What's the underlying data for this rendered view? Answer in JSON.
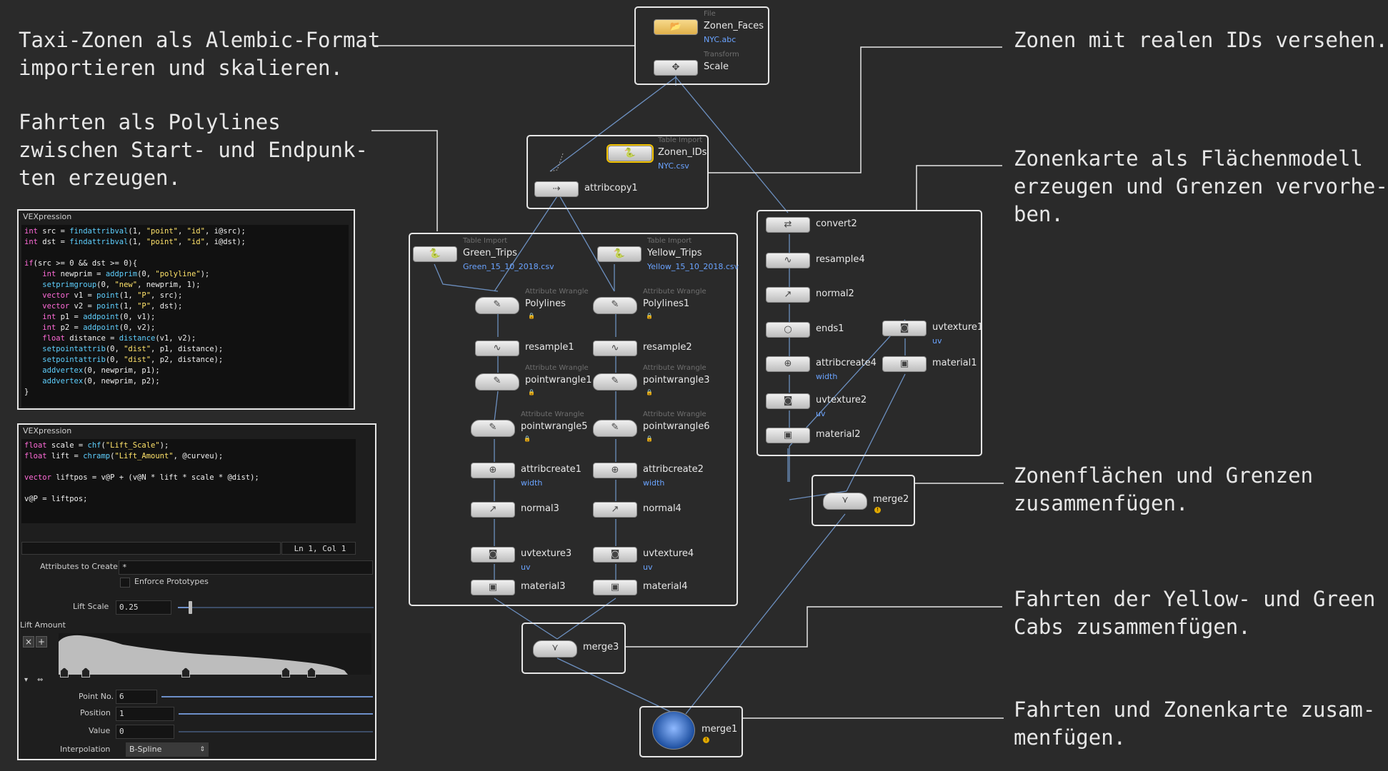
{
  "annotations": {
    "import": "Taxi-Zonen als Alembic-Format\nimportieren und skalieren.",
    "polylines": "Fahrten als Polylines\nzwischen Start- und Endpunk-\nten erzeugen.",
    "ids": "Zonen mit realen IDs versehen.",
    "map": "Zonenkarte als Flächenmodell\nerzeugen und Grenzen vervorhe-\nben.",
    "merge_zones": "Zonenflächen und Grenzen\nzusammenfügen.",
    "merge_cabs": "Fahrten der Yellow- und Green\nCabs zusammenfügen.",
    "merge_all": "Fahrten und Zonenkarte zusam-\nmenfügen."
  },
  "nodes": {
    "zonen_faces": {
      "type": "File",
      "name": "Zonen_Faces",
      "sub": "NYC.abc"
    },
    "scale": {
      "type": "Transform",
      "name": "Scale"
    },
    "zonen_ids": {
      "type": "Table Import",
      "name": "Zonen_IDs",
      "sub": "NYC.csv"
    },
    "attribcopy1": {
      "name": "attribcopy1"
    },
    "green_trips": {
      "type": "Table Import",
      "name": "Green_Trips",
      "sub": "Green_15_10_2018.csv"
    },
    "yellow_trips": {
      "type": "Table Import",
      "name": "Yellow_Trips",
      "sub": "Yellow_15_10_2018.csv"
    },
    "polylines": {
      "type": "Attribute Wrangle",
      "name": "Polylines"
    },
    "polylines1": {
      "type": "Attribute Wrangle",
      "name": "Polylines1"
    },
    "resample1": {
      "name": "resample1"
    },
    "resample2": {
      "name": "resample2"
    },
    "pointwrangle1": {
      "type": "Attribute Wrangle",
      "name": "pointwrangle1"
    },
    "pointwrangle3": {
      "type": "Attribute Wrangle",
      "name": "pointwrangle3"
    },
    "pointwrangle5": {
      "type": "Attribute Wrangle",
      "name": "pointwrangle5"
    },
    "pointwrangle6": {
      "type": "Attribute Wrangle",
      "name": "pointwrangle6"
    },
    "attribcreate1": {
      "name": "attribcreate1",
      "sub": "width"
    },
    "attribcreate2": {
      "name": "attribcreate2",
      "sub": "width"
    },
    "normal3": {
      "name": "normal3"
    },
    "normal4": {
      "name": "normal4"
    },
    "uvtexture3": {
      "name": "uvtexture3",
      "sub": "uv"
    },
    "uvtexture4": {
      "name": "uvtexture4",
      "sub": "uv"
    },
    "material3": {
      "name": "material3"
    },
    "material4": {
      "name": "material4"
    },
    "convert2": {
      "name": "convert2"
    },
    "resample4": {
      "name": "resample4"
    },
    "normal2": {
      "name": "normal2"
    },
    "ends1": {
      "name": "ends1"
    },
    "uvtexture1": {
      "name": "uvtexture1",
      "sub": "uv"
    },
    "attribcreate4": {
      "name": "attribcreate4",
      "sub": "width"
    },
    "material1": {
      "name": "material1"
    },
    "uvtexture2": {
      "name": "uvtexture2",
      "sub": "uv"
    },
    "material2": {
      "name": "material2"
    },
    "merge2": {
      "name": "merge2"
    },
    "merge3": {
      "name": "merge3"
    },
    "merge1": {
      "name": "merge1"
    }
  },
  "vex1": {
    "title": "VEXpression",
    "lines": [
      "int src = findattribval(1, \"point\", \"id\", i@src);",
      "int dst = findattribval(1, \"point\", \"id\", i@dst);",
      "",
      "if(src >= 0 && dst >= 0){",
      "    int newprim = addprim(0, \"polyline\");",
      "    setprimgroup(0, \"new\", newprim, 1);",
      "    vector v1 = point(1, \"P\", src);",
      "    vector v2 = point(1, \"P\", dst);",
      "    int p1 = addpoint(0, v1);",
      "    int p2 = addpoint(0, v2);",
      "    float distance = distance(v1, v2);",
      "    setpointattrib(0, \"dist\", p1, distance);",
      "    setpointattrib(0, \"dist\", p2, distance);",
      "    addvertex(0, newprim, p1);",
      "    addvertex(0, newprim, p2);",
      "}"
    ]
  },
  "vex2": {
    "title": "VEXpression",
    "lines": [
      "float scale = chf(\"Lift_Scale\");",
      "float lift = chramp(\"Lift_Amount\", @curveu);",
      "",
      "vector liftpos = v@P + (v@N * lift * scale * @dist);",
      "",
      "v@P = liftpos;"
    ],
    "status": "Ln 1, Col 1",
    "attributes_label": "Attributes to Create",
    "attributes_value": "*",
    "enforce_label": "Enforce Prototypes",
    "lift_scale_label": "Lift Scale",
    "lift_scale_value": "0.25",
    "lift_scale_fraction": 0.25,
    "lift_amount_label": "Lift Amount",
    "point_no_label": "Point No.",
    "point_no_value": "6",
    "position_label": "Position",
    "position_value": "1",
    "value_label": "Value",
    "value_value": "0",
    "interp_label": "Interpolation",
    "interp_value": "B-Spline"
  },
  "colors": {
    "background": "#2a2a2a",
    "wire": "#6c8fbf",
    "text": "#e6e6e6",
    "sub": "#6aa3ff"
  }
}
